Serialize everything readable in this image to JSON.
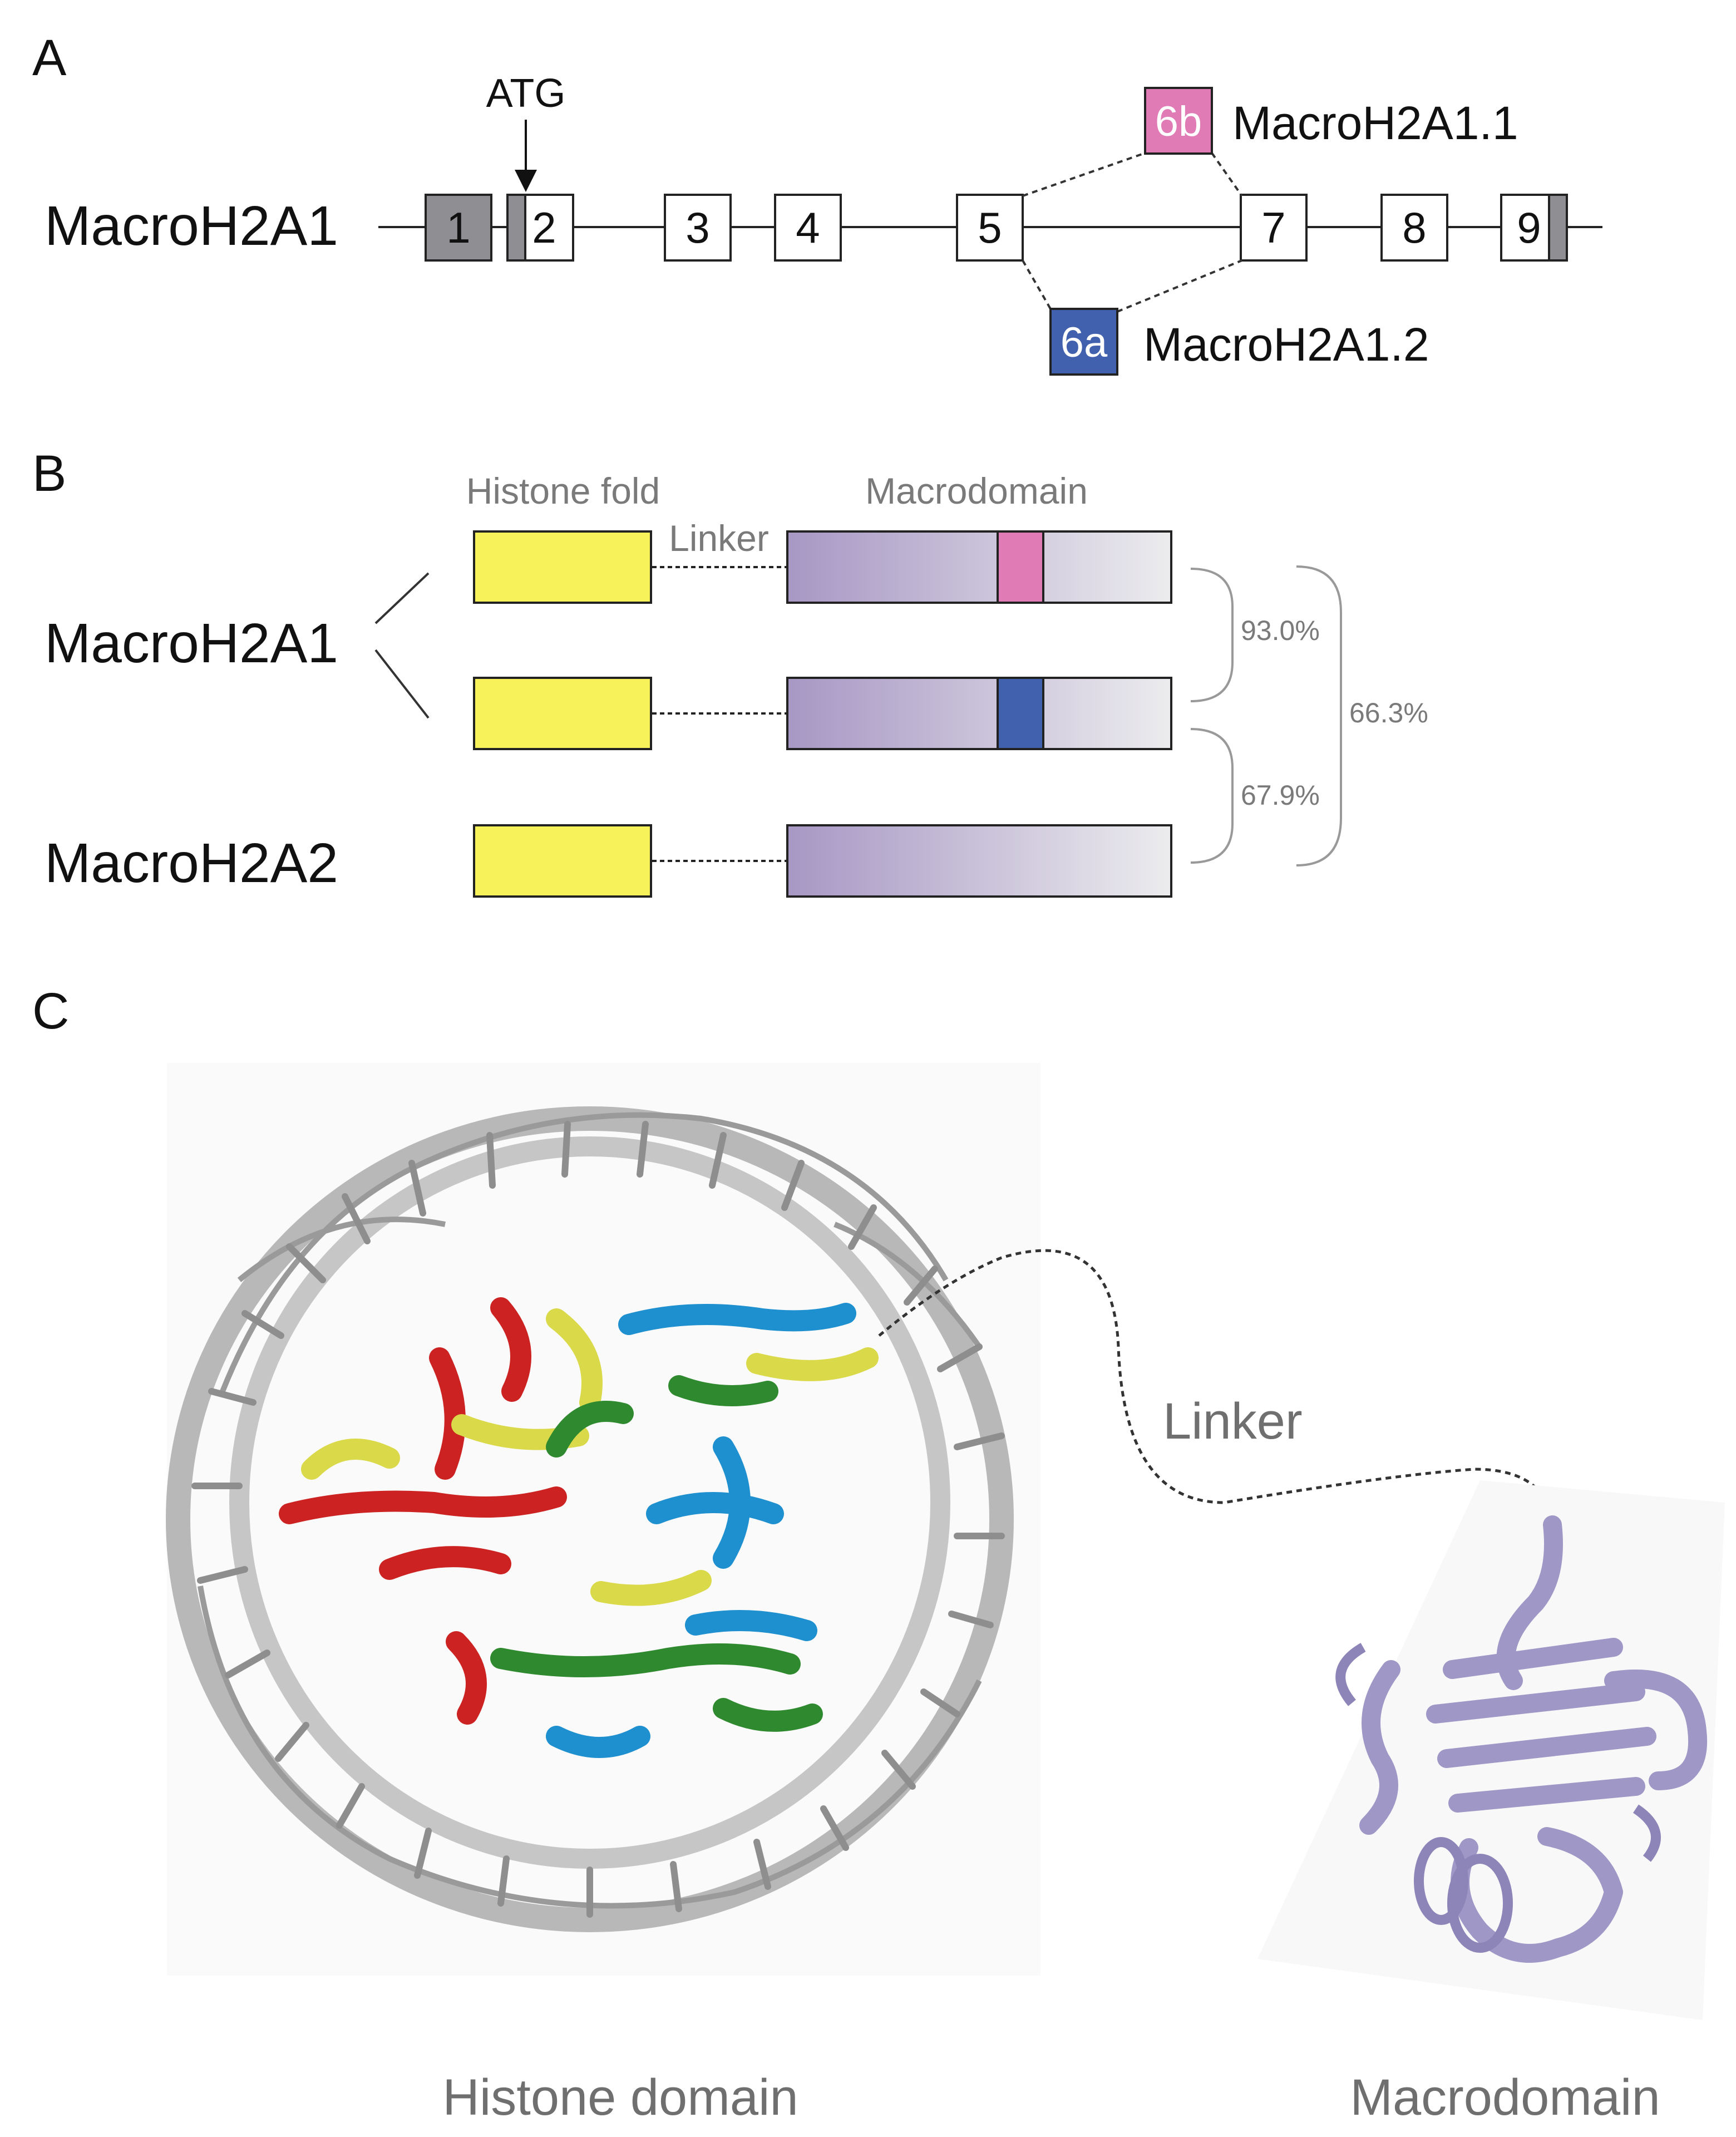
{
  "panel_a": {
    "panel_label": "A",
    "gene_name": "MacroH2A1",
    "start_codon_label": "ATG",
    "exons": [
      "1",
      "2",
      "3",
      "4",
      "5",
      "6a",
      "6b",
      "7",
      "8",
      "9"
    ],
    "isoform_1_1": "MacroH2A1.1",
    "isoform_1_2": "MacroH2A1.2"
  },
  "panel_b": {
    "panel_label": "B",
    "histone_fold_label": "Histone fold",
    "macrodomain_label": "Macrodomain",
    "linker_label": "Linker",
    "protein_1": "MacroH2A1",
    "protein_2": "MacroH2A2",
    "identity_11_12": "93.0%",
    "identity_12_2": "67.9%",
    "identity_11_2": "66.3%"
  },
  "panel_c": {
    "panel_label": "C",
    "linker_label": "Linker",
    "histone_domain_label": "Histone domain",
    "macrodomain_label": "Macrodomain"
  },
  "colors": {
    "exon_noncoding": "#8f8f93",
    "exon_6b": "#e07bb5",
    "exon_6a": "#4160ad",
    "histone_fold": "#f7f25a",
    "macrodomain_start": "#a797c4",
    "macrodomain_end": "#ececee",
    "label_gray": "#7a7a7a",
    "dna": "#b8b8b8",
    "helix_red": "#cc2222",
    "helix_yellow": "#d9d94a",
    "helix_green": "#2f8a2f",
    "helix_blue": "#1e8fcf",
    "macro_structure": "#9f97c6"
  }
}
